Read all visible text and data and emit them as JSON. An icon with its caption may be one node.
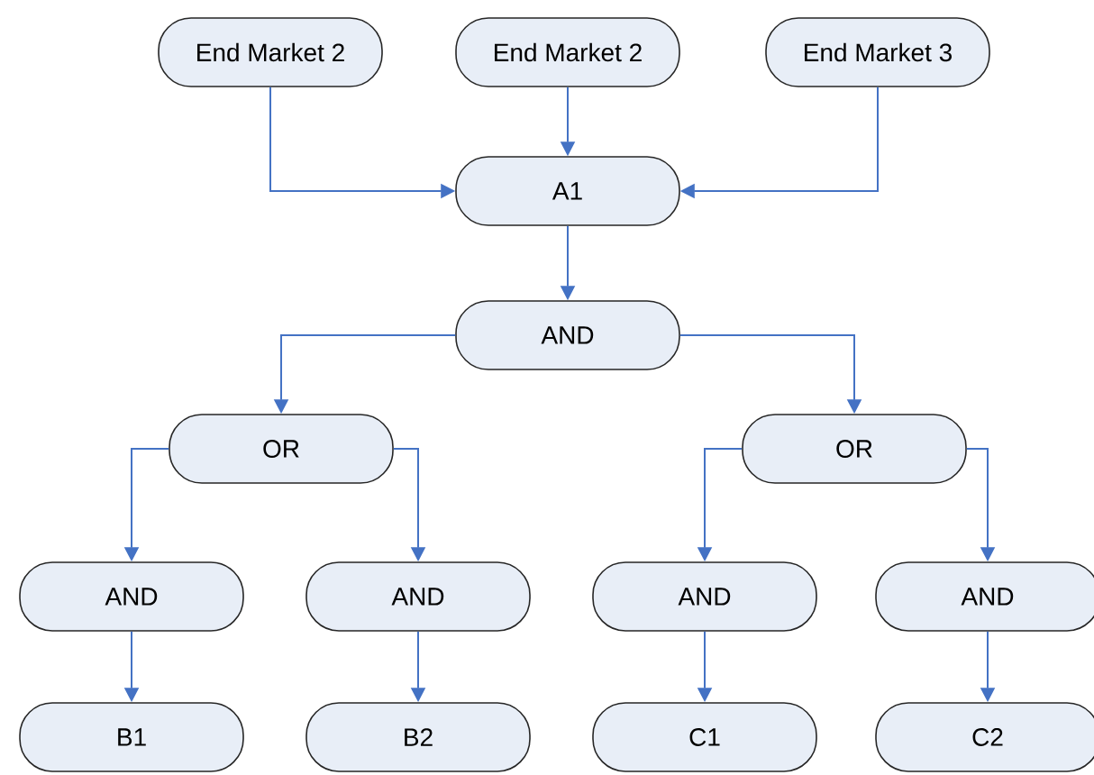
{
  "diagram": {
    "nodes": [
      {
        "text": [
          "End Market 2"
        ]
      },
      {
        "text": [
          "End Market 2"
        ]
      },
      {
        "text": [
          "End Market 3"
        ]
      },
      {
        "text": [
          "A1"
        ]
      },
      {
        "text": [
          "AND"
        ]
      },
      {
        "text": [
          "OR"
        ]
      },
      {
        "text": [
          "OR"
        ]
      },
      {
        "text": [
          "AND"
        ]
      },
      {
        "text": [
          "AND"
        ]
      },
      {
        "text": [
          "AND"
        ]
      },
      {
        "text": [
          "AND"
        ]
      },
      {
        "text": [
          "B1"
        ]
      },
      {
        "text": [
          "B2"
        ]
      },
      {
        "text": [
          "C1"
        ]
      },
      {
        "text": [
          "C2"
        ]
      }
    ],
    "edges": [
      {
        "from": 0,
        "to": 3,
        "arrow": "to"
      },
      {
        "from": 1,
        "to": 3,
        "arrow": "to"
      },
      {
        "from": 2,
        "to": 3,
        "arrow": "to"
      },
      {
        "from": 3,
        "to": 4,
        "arrow": "to"
      },
      {
        "from": 4,
        "to": 5,
        "arrow": "to"
      },
      {
        "from": 4,
        "to": 6,
        "arrow": "to"
      },
      {
        "from": 5,
        "to": 7,
        "arrow": "to"
      },
      {
        "from": 5,
        "to": 8,
        "arrow": "to"
      },
      {
        "from": 6,
        "to": 9,
        "arrow": "to"
      },
      {
        "from": 6,
        "to": 10,
        "arrow": "to"
      },
      {
        "from": 7,
        "to": 11,
        "arrow": "to"
      },
      {
        "from": 8,
        "to": 12,
        "arrow": "to"
      },
      {
        "from": 9,
        "to": 13,
        "arrow": "to"
      },
      {
        "from": 10,
        "to": 14,
        "arrow": "to"
      }
    ]
  }
}
